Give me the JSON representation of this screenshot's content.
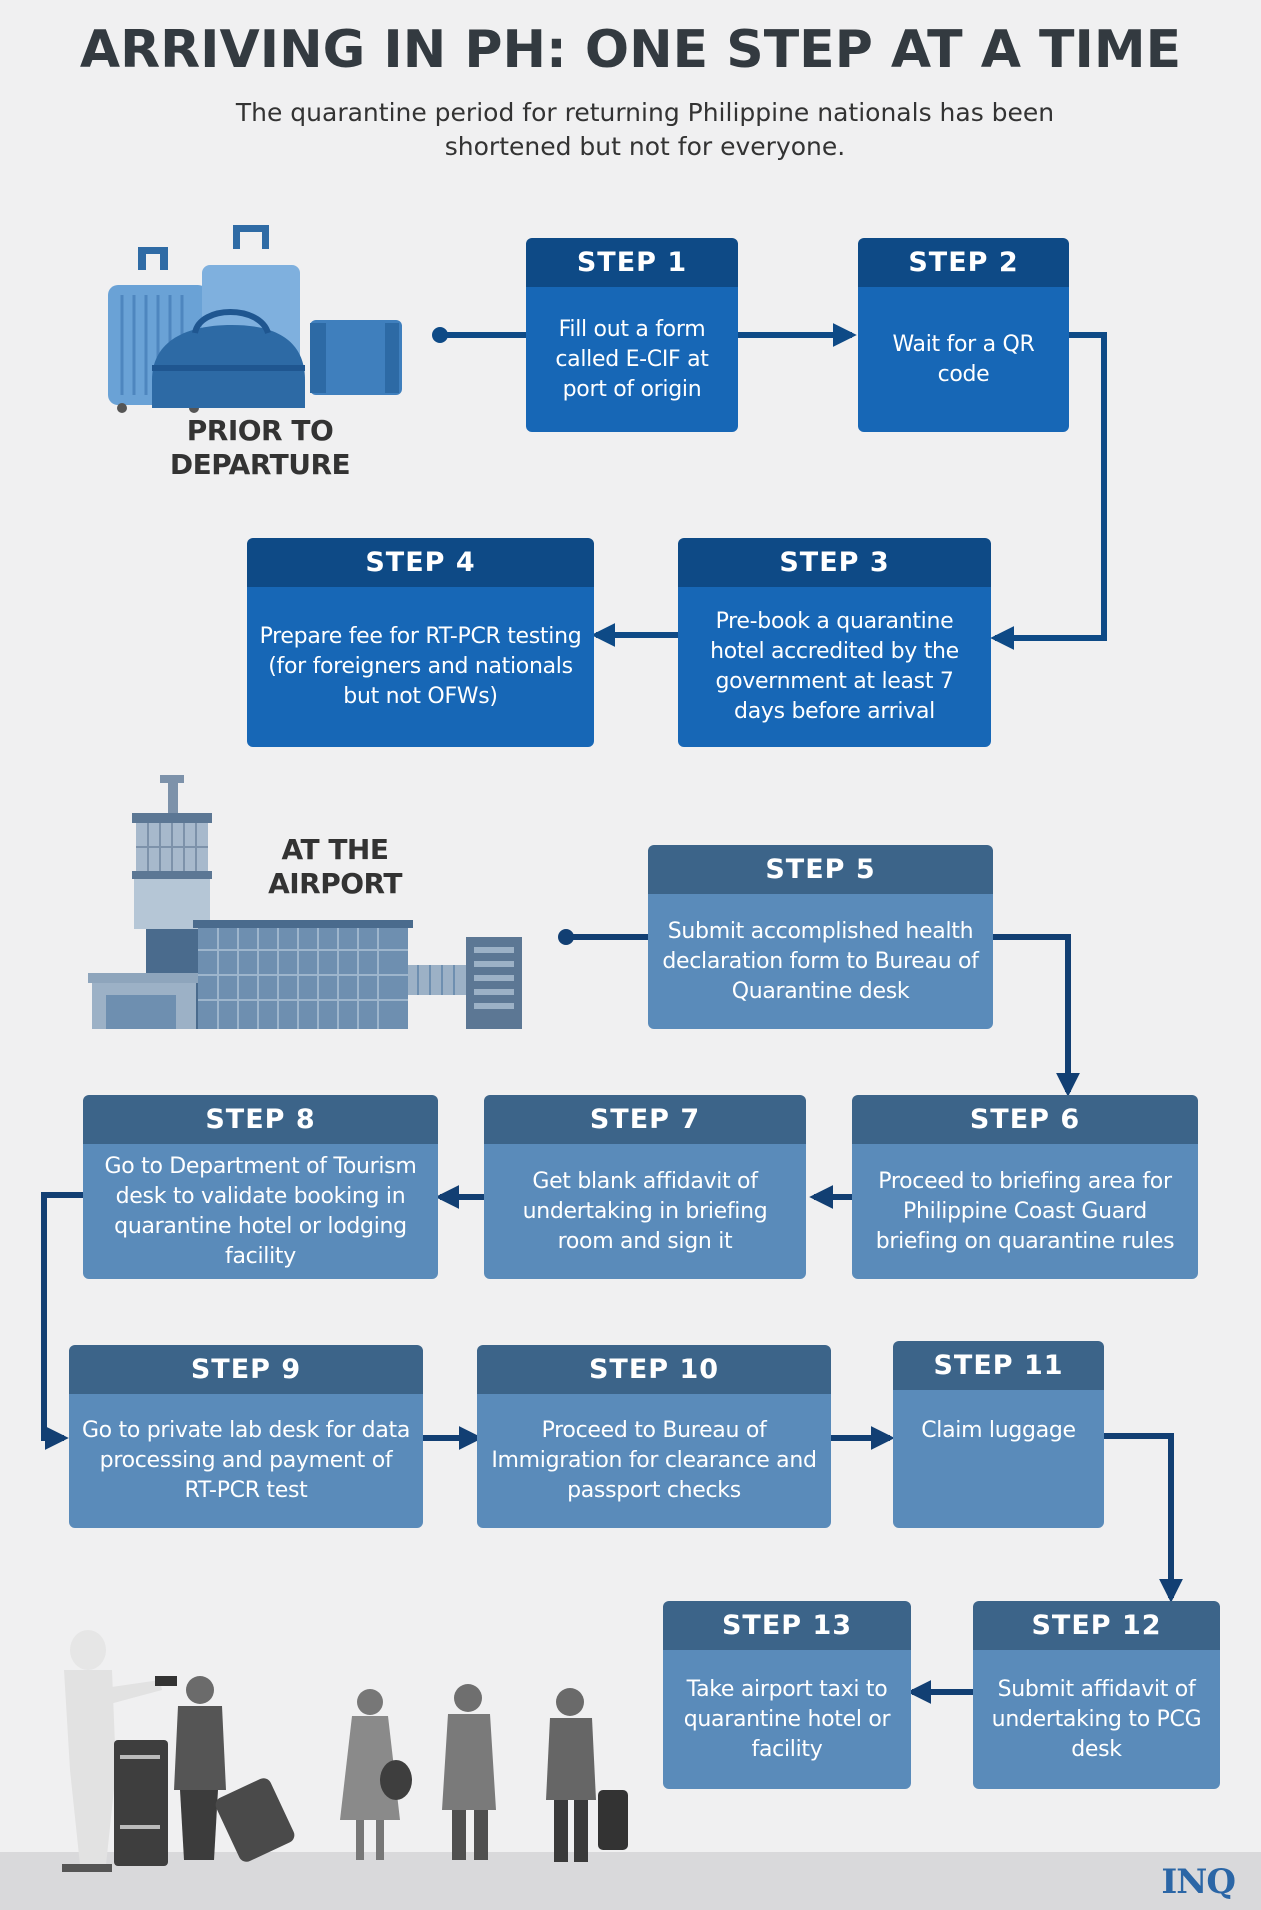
{
  "header": {
    "title": "ARRIVING IN PH: ONE STEP AT A TIME",
    "subtitle": "The quarantine period for returning Philippine nationals has been shortened but not for everyone."
  },
  "sections": {
    "departure": "PRIOR TO DEPARTURE",
    "airport": "AT THE AIRPORT"
  },
  "steps": [
    {
      "label": "STEP 1",
      "text": "Fill out a form called E-CIF at port of origin"
    },
    {
      "label": "STEP 2",
      "text": "Wait for a QR code"
    },
    {
      "label": "STEP 3",
      "text": "Pre-book a quarantine hotel accredited by the government at least 7 days before arrival"
    },
    {
      "label": "STEP 4",
      "text": "Prepare fee for RT-PCR testing (for foreigners and nationals but not OFWs)"
    },
    {
      "label": "STEP 5",
      "text": "Submit accomplished health declaration form to Bureau of Quarantine desk"
    },
    {
      "label": "STEP 6",
      "text": "Proceed to briefing area for Philippine Coast Guard briefing on quarantine rules"
    },
    {
      "label": "STEP 7",
      "text": "Get blank affidavit of undertaking in briefing room and sign it"
    },
    {
      "label": "STEP 8",
      "text": "Go to Department of Tourism desk to validate booking in quarantine hotel or lodging facility"
    },
    {
      "label": "STEP 9",
      "text": "Go to private lab desk for data processing and payment of RT-PCR test"
    },
    {
      "label": "STEP 10",
      "text": "Proceed to Bureau of Immigration for clearance and passport checks"
    },
    {
      "label": "STEP 11",
      "text": "Claim luggage"
    },
    {
      "label": "STEP 12",
      "text": "Submit affidavit of undertaking to PCG desk"
    },
    {
      "label": "STEP 13",
      "text": "Take airport taxi to quarantine hotel or facility"
    }
  ],
  "brand": "INQ",
  "icons": {
    "luggage": "luggage-icon",
    "airport": "airport-tower-icon",
    "people": "queue-people-icon"
  },
  "colors": {
    "departure_header": "#0e4a86",
    "departure_body": "#1767b6",
    "airport_header": "#3c6489",
    "airport_body": "#5a8bba",
    "connector_departure": "#0e4a86",
    "connector_airport": "#123f73"
  }
}
